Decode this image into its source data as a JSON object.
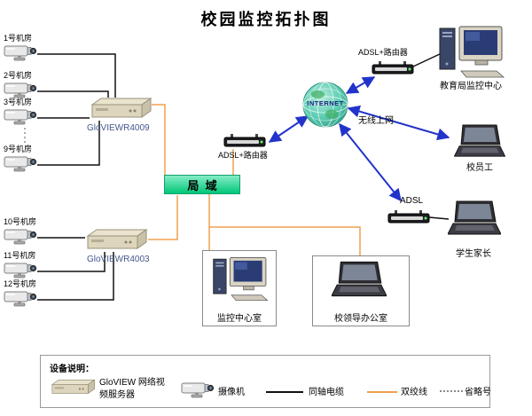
{
  "title": "校园监控拓扑图",
  "cameras_top": [
    "1号机房",
    "2号机房",
    "3号机房",
    "9号机房"
  ],
  "cameras_bottom": [
    "10号机房",
    "11号机房",
    "12号机房"
  ],
  "servers": {
    "top": "GloVIEWR4009",
    "bottom": "GloVIEWR4003"
  },
  "lan_label": "局  域",
  "internet_label": "INTERNET",
  "routers": {
    "top": "ADSL+路由器",
    "center": "ADSL+路由器",
    "adsl": "ADSL"
  },
  "wireless_label": "无线上网",
  "endpoints": {
    "edu_center": "教育局监控中心",
    "staff": "校员工",
    "parents": "学生家长",
    "monitor_room": "监控中心室",
    "leader_office": "校领导办公室"
  },
  "legend": {
    "title": "设备说明：",
    "server": "GloVIEW 网络视频服务器",
    "camera": "摄像机",
    "coaxial": "同轴电缆",
    "twisted": "双绞线",
    "ellipsis": "省略号"
  },
  "colors": {
    "coaxial_cable": "#111111",
    "twisted_pair": "#f0a050",
    "internet_arrow": "#2233cc",
    "lan_box_green": "#00c878",
    "device_beige": "#ddd6bd"
  }
}
